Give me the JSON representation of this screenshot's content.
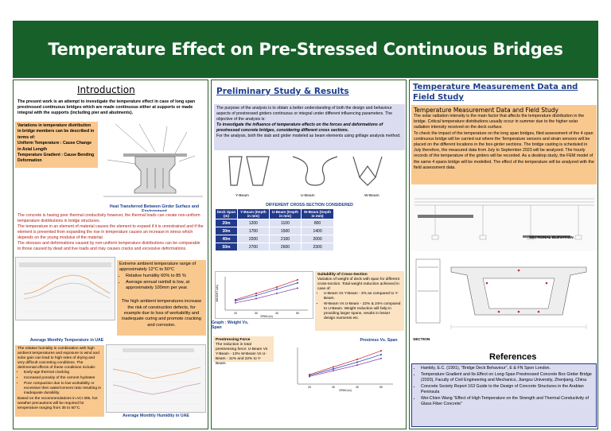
{
  "title": "Temperature Effect on Pre-Stressed Continuous Bridges",
  "intro": {
    "heading": "Introduction",
    "lead": "The present work is an attempt to investigate the temperature effect in case of long span prestressed continuous bridges which are made continuous either at supports or made integral with the supports (including pier and abutments).",
    "variations": "Variations in temperature distribution in bridge members can be described in terms of:",
    "items": [
      "Uniform Temperature : Cause Change in Axial Length",
      "Temperature Gradient : Cause Bending Deformation"
    ],
    "diagram_caption": "Heat Transferred Between Girder Surface and Environment",
    "para1": "The concrete is having poor thermal conductivity however, the thermal loads can create non-uniform temperature distributions in bridge structures.",
    "para2": "The temperature in an element of material causes the element to expand if it is unrestrained and if the element is prevented from expanding the rise in temperature causes an increase in stress which depends on the young modulus of the material.",
    "para3": "The stresses and deformations caused by non-uniform temperature distributions can be comparable to those caused by dead and live loads and may causes cracks and excessive deformations.",
    "ambient": "Extreme ambient temperature range of approximately 12°C to 50°C",
    "humidity": "Relative humidity 60% to 85 %",
    "rainfall": "Average annual rainfall is low, at approximately 100mm per year.",
    "high_temp": "The high ambient temperatures increase the risk of construction defects, for example due to loss of workability and inadequate curing and promote cracking and corrosion.",
    "temp_chart_caption": "Average Monthly Temperature in UAE",
    "humidity_text": "The relative humidity in combination with high ambient temperatures and exposure to wind and solar gain can lead to high rates of drying and very difficult concreting conditions. The detrimental effects of these conditions include:",
    "humidity_bullets": [
      "Early-age thermal cracking",
      "Increased porosity of the cement hydrates",
      "Poor compaction due to low workability or excessive then water/cement ratio resulting in inadequate durability."
    ],
    "aci": "Based on the recommendations in ACI 305, hot weather precautions will be required for temperature ranging from 35 to 50°C.",
    "hum_chart_caption": "Average Monthly Humidity in UAE"
  },
  "prelim": {
    "heading": "Preliminary Study & Results",
    "p1": "The purpose of the analysis is to obtain a better understanding of both the design and behaviour aspects of prestressed girders continuous or integral under different influencing parameters. The objective of the analysis is:",
    "p2": "To investigate the influence of temperature effects on the forces and deformations of prestressed concrete bridges, considering different cross sections.",
    "p3": "For the analysis, both the slab and girder modeled as beam elements using grillage analysis method.",
    "beam_labels": [
      "Y-Beam",
      "U-Beam",
      "W-Beam"
    ],
    "table_title": "DIFFERENT CROSS-SECTION CONSIDERED",
    "table_headers": [
      "Deck Span (m)",
      "Y-Beam (Depth in mm)",
      "U-Beam (Depth in mm)",
      "W-Beam (Depth in mm)"
    ],
    "table_rows": [
      [
        "20m",
        "1200",
        "1100",
        "800"
      ],
      [
        "30m",
        "1700",
        "1500",
        "1400"
      ],
      [
        "40m",
        "2200",
        "2100",
        "2000"
      ],
      [
        "50m",
        "2700",
        "2600",
        "2300"
      ]
    ],
    "weight_caption": "Graph : Weight Vs. Span",
    "suit_title": "Suitability of Cross-Section",
    "suit_text": "Variation of weight of deck with span for different cross-section. Total weight reduction achieved in case of:",
    "suit_bullets": [
      "U-Beam Vs Y-Beam - 3% as compared to Y-Beam.",
      "W-Beam Vs U-Beam - 22% & 24% compared to U-Beam. Weight reduction will help in providing larger spans, results in lesser design moments etc."
    ],
    "force_title": "Prestressing Force",
    "force_text": "The reduction in total prestressing force: U-Beam Vs Y-Beam - 13% W-Beam Vs U-Beam - 11% and 22% to Y-Beam.",
    "ps_title": "Prestress Vs. Span"
  },
  "measure": {
    "heading": "Temperature Measurement Data and Field Study",
    "box_title": "Temperature Measurement Data and Field Study",
    "p1": "The solar radiation intensity is the main factor that affects the temperature distribution in the bridge. Critical temperature distributions usually occur in summer due to the higher solar radiation intensity received on the deck surface.",
    "p2": "To check the impact of the temperature on the long span bridges, filed assessment of the 4 span continuous bridge will be carried out where the Temperature sensors and strain sensors will be placed on the different locations in the box-girder sections. The bridge casting is scheduled in July therefore, the measured data from July to September 2023 will be analyzed. The hourly records of the temperature of the girders will be recorded. As a desktop study, the FEM model of the same 4 spans bridge will be modelled. The effect of the temperature will be analyzed with the field assessment data.",
    "elev_label": "SECTIONAL ELEVATION",
    "section_label": "SECTION"
  },
  "refs": {
    "heading": "References",
    "items": [
      "Hambly, E.C. (1991), \"Bridge Deck Behaviour\", E & FN Spon London.",
      "Temperature Gradient and Its Effect on Long-Span Prestressed Concrete Box Girder Bridge (2020), Faculty of Civil Engineering and Mechanics, Jiangsu University, Zhenjiang, China",
      "Concrete Society Report 163 Guide to the Design of Concrete Structures in the Arabian Peninsula",
      "Wei-Chien Wang \"Effect of High Temperature on the Strength and Thermal Conductivity of Glass Fiber Concrete\""
    ]
  },
  "chart_data": [
    {
      "type": "line",
      "title": "",
      "x": [
        "20",
        "30",
        "40",
        "50"
      ],
      "series": [
        {
          "values": [
            500,
            800,
            1100,
            1450
          ]
        },
        {
          "values": [
            450,
            700,
            1000,
            1300
          ]
        },
        {
          "values": [
            350,
            550,
            800,
            1050
          ]
        }
      ],
      "xlabel": "SPAN (m)",
      "ylabel": "WEIGHT (kN)"
    },
    {
      "type": "line",
      "title": "Prestress Vs. Span",
      "x": [
        "20",
        "30",
        "40",
        "50"
      ],
      "series": [
        {
          "values": [
            5000,
            9000,
            13000,
            17500
          ]
        },
        {
          "values": [
            4500,
            8000,
            11500,
            15500
          ]
        },
        {
          "values": [
            4000,
            7000,
            10000,
            13500
          ]
        }
      ],
      "xlabel": "SPAN (m)",
      "ylabel": ""
    }
  ],
  "colors": {
    "banner": "#17602a",
    "orange": "#f9c88f",
    "peach": "#fbe3c3",
    "lavender": "#dcdcf0",
    "caption": "#1d3f8c",
    "red": "#b02018"
  }
}
